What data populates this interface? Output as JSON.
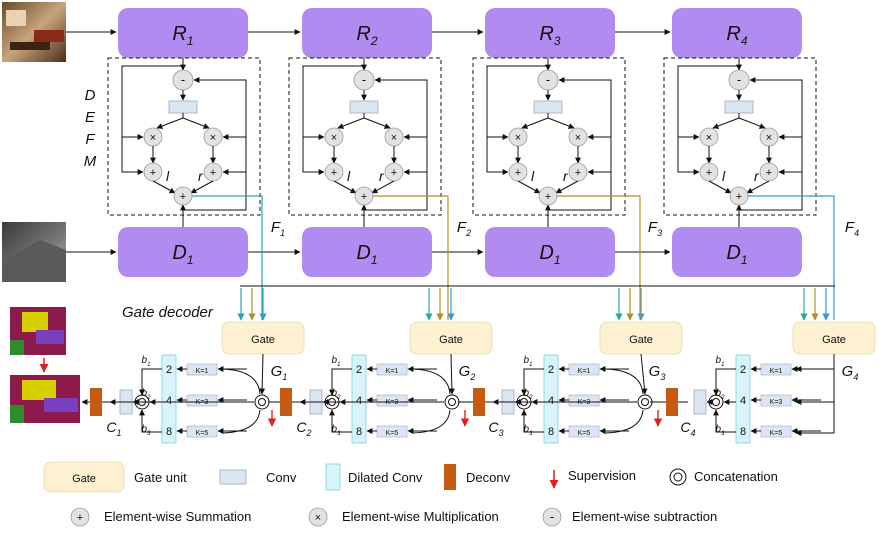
{
  "encoder_rgb": [
    {
      "sym": "R",
      "sub": "1"
    },
    {
      "sym": "R",
      "sub": "2"
    },
    {
      "sym": "R",
      "sub": "3"
    },
    {
      "sym": "R",
      "sub": "4"
    }
  ],
  "encoder_depth": [
    {
      "sym": "D",
      "sub": "1"
    },
    {
      "sym": "D",
      "sub": "1"
    },
    {
      "sym": "D",
      "sub": "1"
    },
    {
      "sym": "D",
      "sub": "1"
    }
  ],
  "fusion_outputs": [
    {
      "sym": "F",
      "sub": "1"
    },
    {
      "sym": "F",
      "sub": "2"
    },
    {
      "sym": "F",
      "sub": "3"
    },
    {
      "sym": "F",
      "sub": "4"
    }
  ],
  "defm_letters": [
    "D",
    "E",
    "F",
    "M"
  ],
  "gates": [
    {
      "label": "Gate",
      "sym": "G",
      "sub": "1"
    },
    {
      "label": "Gate",
      "sym": "G",
      "sub": "2"
    },
    {
      "label": "Gate",
      "sym": "G",
      "sub": "3"
    },
    {
      "label": "Gate",
      "sym": "G",
      "sub": "4"
    }
  ],
  "decoder_outputs": [
    {
      "sym": "C",
      "sub": "1"
    },
    {
      "sym": "C",
      "sub": "2"
    },
    {
      "sym": "C",
      "sub": "3"
    },
    {
      "sym": "C",
      "sub": "4"
    }
  ],
  "gate_decoder_title": "Gate decoder",
  "ops": {
    "sub": "-",
    "mul": "×",
    "add": "+",
    "left": "l",
    "right": "r"
  },
  "dilations": [
    "2",
    "4",
    "8"
  ],
  "kernels": [
    "K=1",
    "K=3",
    "K=5"
  ],
  "branch_labels": [
    {
      "sym": "b",
      "sub": "1"
    },
    {
      "sym": "b",
      "sub": "2"
    },
    {
      "sym": "b",
      "sub": "3"
    }
  ],
  "legend": {
    "gate_box": "Gate",
    "gate_unit": "Gate unit",
    "conv": "Conv",
    "dilated_conv": "Dilated Conv",
    "deconv": "Deconv",
    "supervision": "Supervision",
    "concatenation": "Concatenation",
    "sum_symbol": "+",
    "sum": "Element-wise Summation",
    "mul_symbol": "×",
    "mul": "Element-wise Multiplication",
    "sub_symbol": "-",
    "sub": "Element-wise subtraction"
  },
  "colors": {
    "encoder": "#b08cf0",
    "gate": "#fdf1d2",
    "conv": "#dce6f2",
    "dilated": "#d7f4fb",
    "deconv": "#c55a11",
    "circle": "#e2e2e2",
    "line_teal": "#2aa6a6",
    "line_olive": "#b28f20",
    "line_blue": "#2e9be0",
    "supervision": "#e02020"
  }
}
